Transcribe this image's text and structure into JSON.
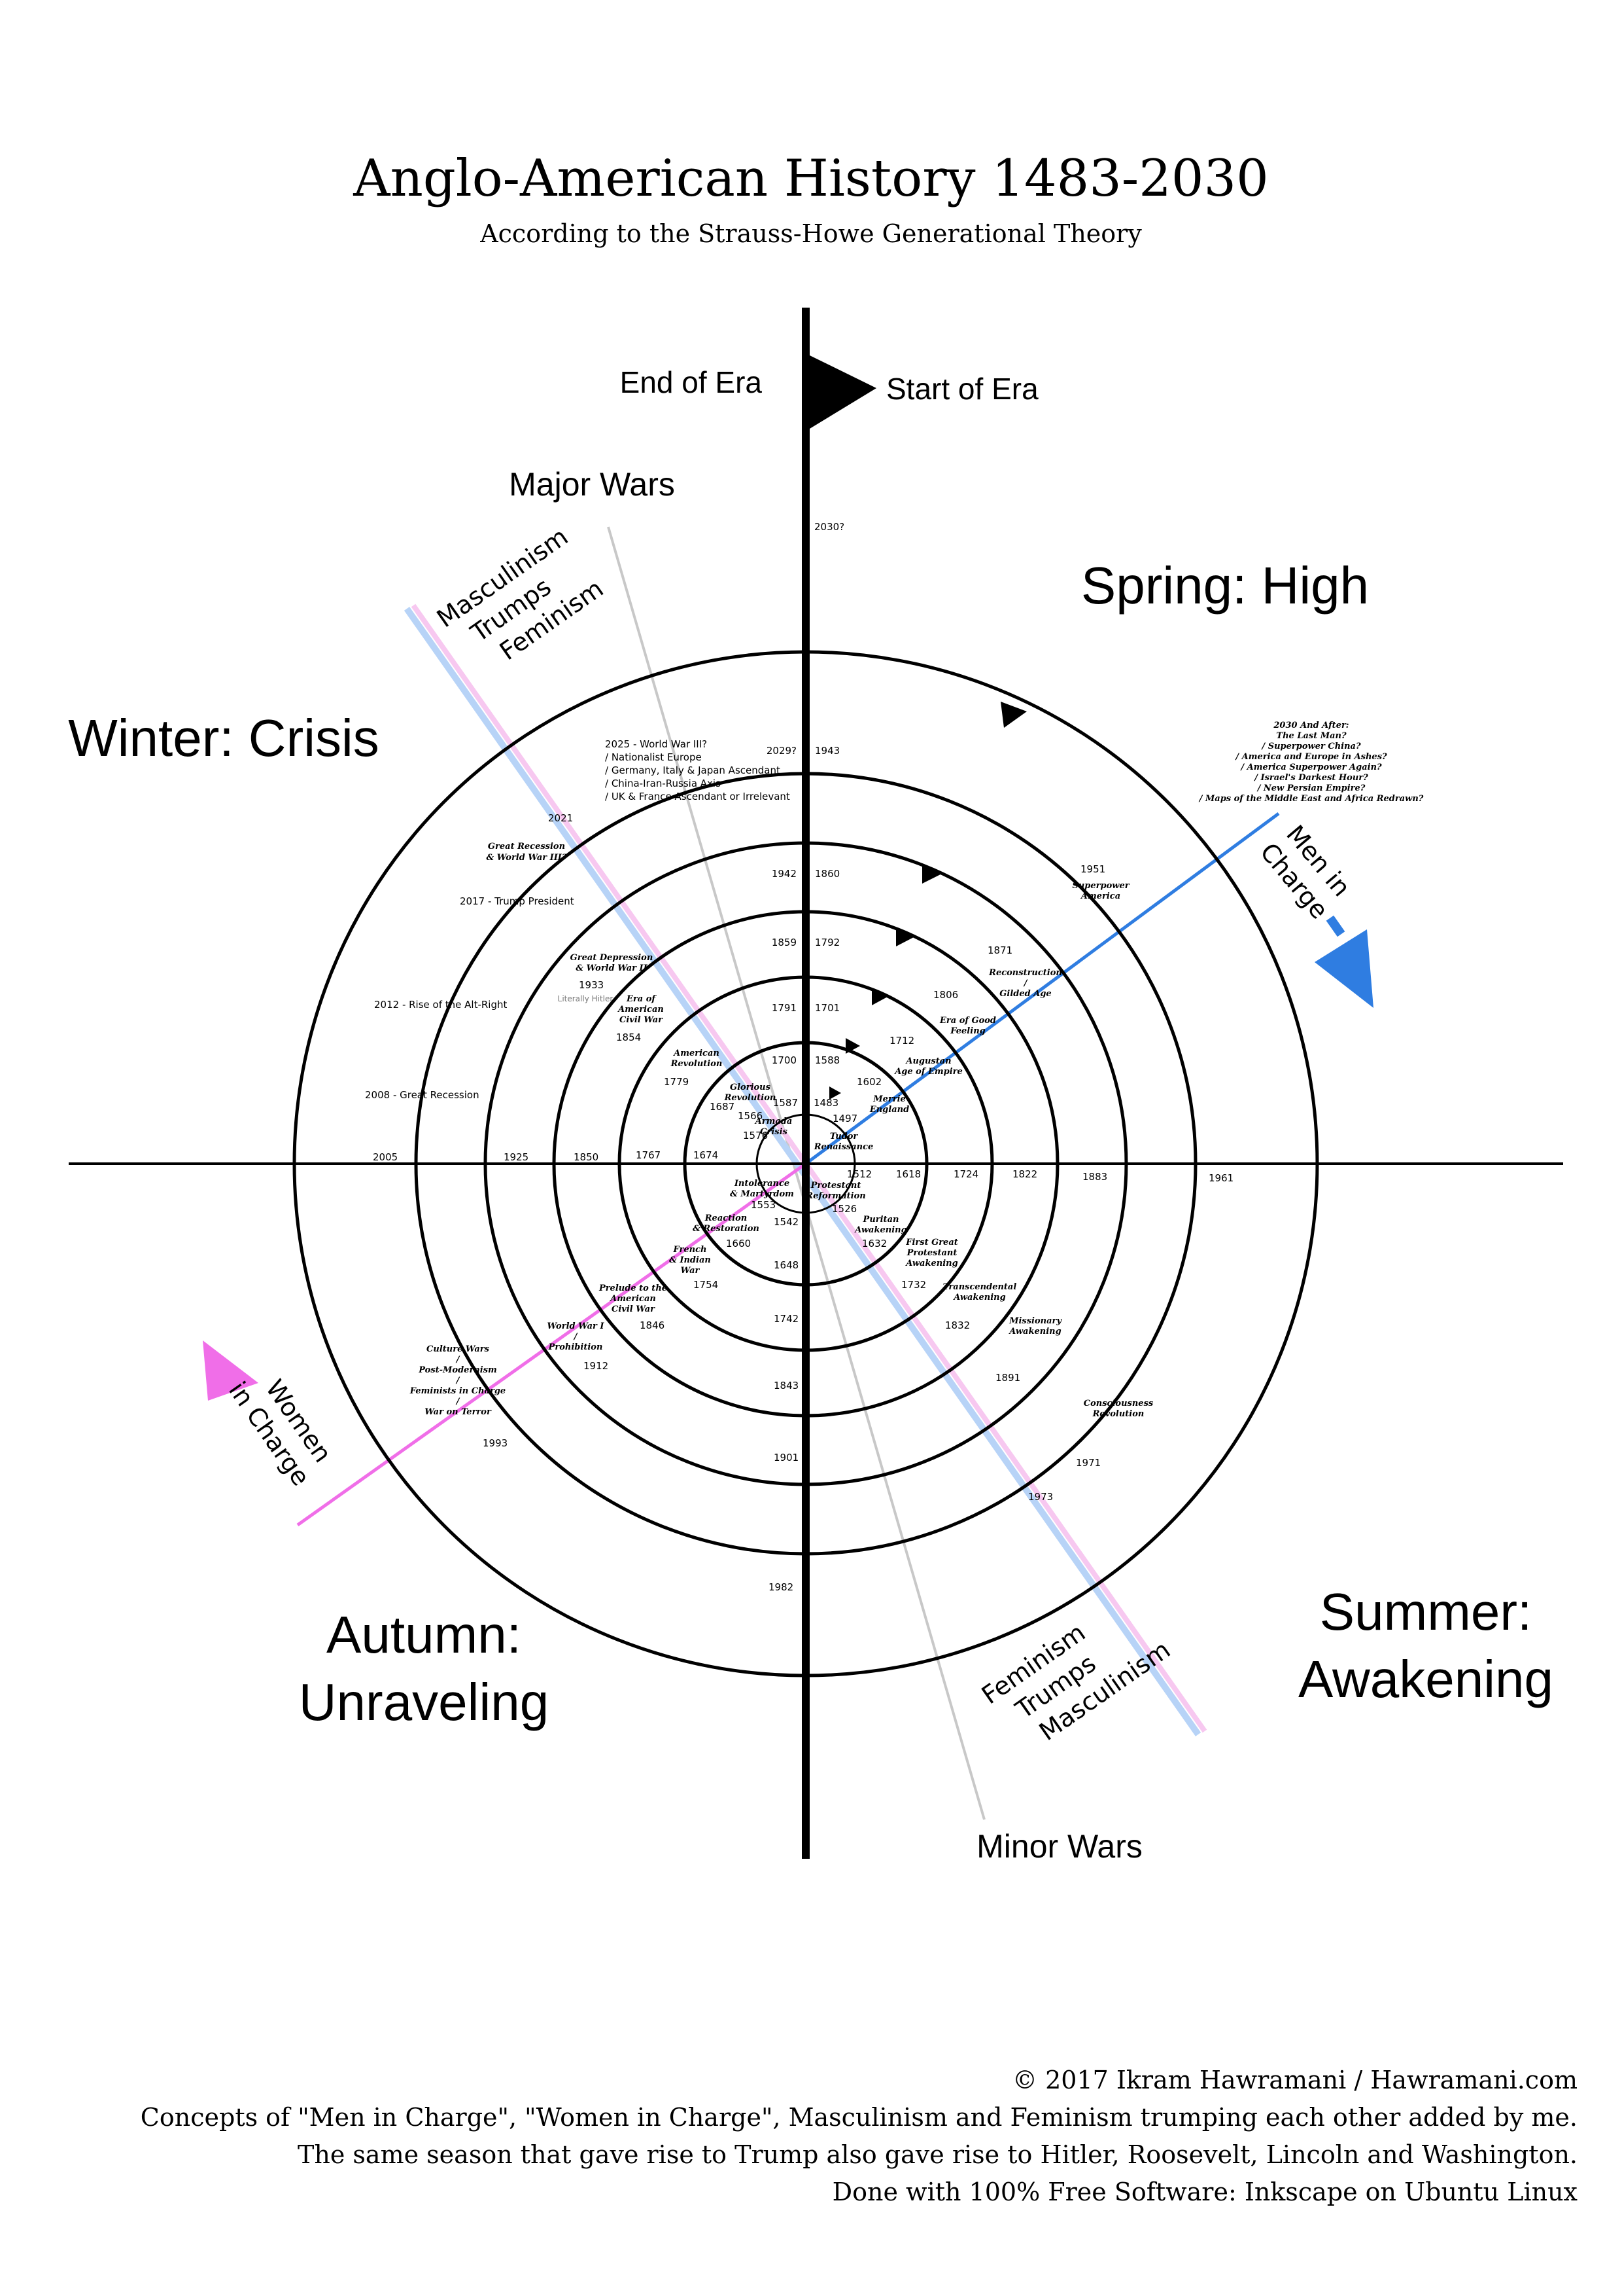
{
  "header": {
    "title": "Anglo-American History 1483-2030",
    "subtitle": "According to the Strauss-Howe Generational Theory"
  },
  "axis_labels": {
    "end_of_era": "End of Era",
    "start_of_era": "Start of Era",
    "major_wars": "Major Wars",
    "minor_wars": "Minor Wars"
  },
  "seasons": {
    "spring": "Spring: High",
    "winter": "Winter: Crisis",
    "autumn_1": "Autumn:",
    "autumn_2": "Unraveling",
    "summer_1": "Summer:",
    "summer_2": "Awakening"
  },
  "diagonal_labels": {
    "masc_1": "Masculinism",
    "masc_2": "Trumps",
    "masc_3": "Feminism",
    "fem_1": "Feminism",
    "fem_2": "Trumps",
    "fem_3": "Masculinism",
    "men_1": "Men in",
    "men_2": "Charge",
    "women_1": "Women",
    "women_2": "in Charge"
  },
  "years": {
    "y2030": "2030?",
    "y2029": "2029?",
    "y1943": "1943",
    "y1942": "1942",
    "y1860": "1860",
    "y1859": "1859",
    "y1792": "1792",
    "y1791": "1791",
    "y1701": "1701",
    "y1700": "1700",
    "y1588": "1588",
    "y1587": "1587",
    "y1483": "1483",
    "y1497": "1497",
    "y1566": "1566",
    "y1576": "1576",
    "y1687": "1687",
    "y1779": "1779",
    "y1854": "1854",
    "y1933": "1933",
    "y2021": "2021",
    "y1602": "1602",
    "y1712": "1712",
    "y1806": "1806",
    "y1871": "1871",
    "y1951": "1951",
    "y2005": "2005",
    "y1925": "1925",
    "y1850": "1850",
    "y1767": "1767",
    "y1674": "1674",
    "y1512": "1512",
    "y1618": "1618",
    "y1724": "1724",
    "y1822": "1822",
    "y1883": "1883",
    "y1961": "1961",
    "y1553": "1553",
    "y1542": "1542",
    "y1526": "1526",
    "y1660": "1660",
    "y1632": "1632",
    "y1648": "1648",
    "y1754": "1754",
    "y1732": "1732",
    "y1742": "1742",
    "y1846": "1846",
    "y1832": "1832",
    "y1843": "1843",
    "y1912": "1912",
    "y1891": "1891",
    "y1901": "1901",
    "y1993": "1993",
    "y1971": "1971",
    "y1973": "1973",
    "y1982": "1982"
  },
  "events": {
    "ww3_1": "2025 - World War III?",
    "ww3_2": "/ Nationalist Europe",
    "ww3_3": "/ Germany, Italy & Japan Ascendant",
    "ww3_4": "/ China-Iran-Russia Axis",
    "ww3_5": "/ UK & France Ascendant or Irrelevant",
    "gr_ww3_1": "Great Recession",
    "gr_ww3_2": "& World War III?",
    "trump": "2017 - Trump President",
    "altright": "2012 - Rise of the Alt-Right",
    "recession": "2008 - Great Recession",
    "gd_1": "Great Depression",
    "gd_2": "& World War II",
    "hitler": "Literally Hitler",
    "acw_1": "Era of",
    "acw_2": "American",
    "acw_3": "Civil War",
    "amrev_1": "American",
    "amrev_2": "Revolution",
    "glor_1": "Glorious",
    "glor_2": "Revolution",
    "armada_1": "Armada",
    "armada_2": "Crisis",
    "tudor_1": "Tudor",
    "tudor_2": "Renaissance",
    "merrie_1": "Merrie",
    "merrie_2": "England",
    "aug_1": "Augustan",
    "aug_2": "Age of Empire",
    "goodf_1": "Era of Good",
    "goodf_2": "Feeling",
    "recon_1": "Reconstruction",
    "recon_2": "/",
    "recon_3": "Gilded Age",
    "sp_1": "Superpower",
    "sp_2": "America",
    "after_1": "2030 And After:",
    "after_2": "The Last Man?",
    "after_3": "/ Superpower China?",
    "after_4": "/ America and Europe in Ashes?",
    "after_5": "/ America Superpower Again?",
    "after_6": "/ Israel's Darkest Hour?",
    "after_7": "/ New Persian Empire?",
    "after_8": "/ Maps of the Middle East and Africa Redrawn?",
    "intol_1": "Intolerance",
    "intol_2": "& Martyrdom",
    "prot_1": "Protestant",
    "prot_2": "Reformation",
    "react_1": "Reaction",
    "react_2": "& Restoration",
    "purit_1": "Puritan",
    "purit_2": "Awakening",
    "fgpa_1": "First Great",
    "fgpa_2": "Protestant",
    "fgpa_3": "Awakening",
    "fiw_1": "French",
    "fiw_2": "& Indian",
    "fiw_3": "War",
    "trans_1": "Transcendental",
    "trans_2": "Awakening",
    "prel_1": "Prelude to the",
    "prel_2": "American",
    "prel_3": "Civil War",
    "miss_1": "Missionary",
    "miss_2": "Awakening",
    "ww1_1": "World War I",
    "ww1_2": "/",
    "ww1_3": "Prohibition",
    "cons_1": "Consciousness",
    "cons_2": "Revolution",
    "cw_1": "Culture Wars",
    "cw_2": "/",
    "cw_3": "Post-Modernism",
    "cw_4": "/",
    "cw_5": "Feminists in Charge",
    "cw_6": "/",
    "cw_7": "War on Terror"
  },
  "colors": {
    "men": "#2f7de1",
    "women": "#f06ee8",
    "fem_line_blue": "#b7d3f7",
    "fem_line_pink": "#f7c8f0",
    "war_line": "#c8c8c8"
  },
  "icons": {
    "flag": "flag-icon",
    "arrow_men": "arrow-down-right-icon",
    "arrow_women": "arrow-up-left-icon",
    "cycle_arrow": "triangle-arrow-icon"
  },
  "footer": {
    "line1": "© 2017 Ikram Hawramani / Hawramani.com",
    "line2": "Concepts of \"Men in Charge\", \"Women in Charge\", Masculinism and Feminism trumping each other added by me.",
    "line3": "The same season that gave rise to Trump also gave rise to Hitler, Roosevelt, Lincoln and Washington.",
    "line4": "Done with 100% Free Software: Inkscape on Ubuntu Linux"
  }
}
